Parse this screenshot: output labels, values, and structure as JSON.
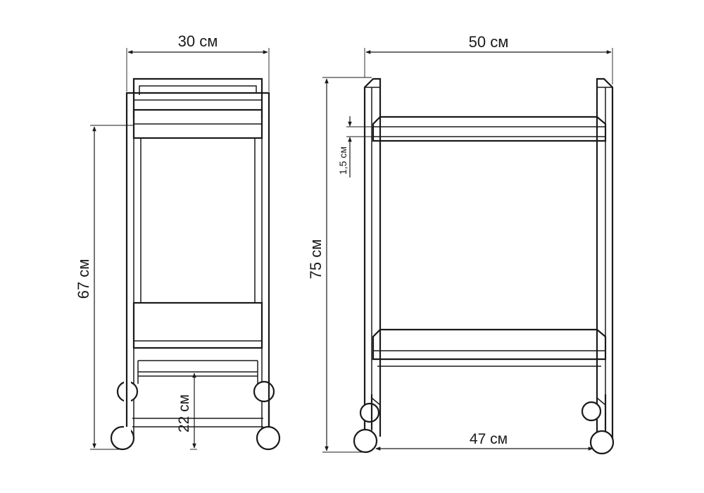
{
  "labels": {
    "side_width": "30 см",
    "side_height": "67 см",
    "side_bottom_height": "22 см",
    "front_width": "50 см",
    "front_height": "75 см",
    "front_shelf_thickness": "1,5 см",
    "front_wheelbase": "47 см"
  }
}
